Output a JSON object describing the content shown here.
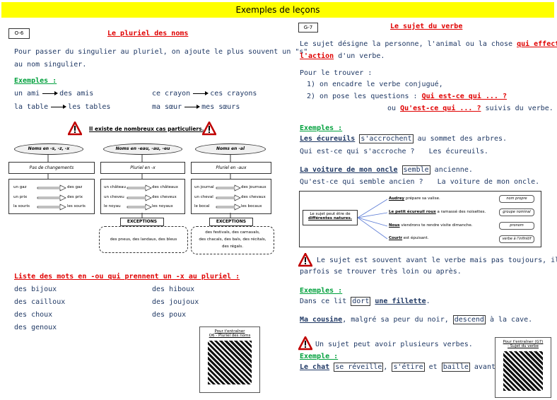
{
  "header": {
    "title": "Exemples de leçons"
  },
  "left": {
    "code": "O-6",
    "title": "Le pluriel des noms",
    "intro_line1": "Pour passer du singulier au pluriel, on ajoute le plus souvent un \"s\"",
    "intro_line2": "au nom singulier.",
    "examples_label": "Exemples :",
    "examples": [
      {
        "from": "un ami",
        "to": "des amis"
      },
      {
        "from": "ce crayon",
        "to": "ces crayons"
      },
      {
        "from": "la table",
        "to": "les tables"
      },
      {
        "from": "ma sœur",
        "to": "mes sœurs"
      }
    ],
    "warning_text": "Il existe de nombreux cas particuliers.",
    "diagram": {
      "col1": {
        "oval": "Noms en -s, -z, -x",
        "box": "Pas de changements",
        "rows": [
          [
            "un gaz",
            "des gaz"
          ],
          [
            "un prix",
            "des prix"
          ],
          [
            "la souris",
            "les souris"
          ]
        ]
      },
      "col2": {
        "oval": "Noms en -eau, -au, -eu",
        "box": "Pluriel en -x",
        "rows": [
          [
            "un château",
            "des châteaux"
          ],
          [
            "un cheveu",
            "des cheveux"
          ],
          [
            "le noyau",
            "les noyaux"
          ]
        ],
        "exc_label": "EXCEPTIONS",
        "exc_text": "des pneus, des landaus, des bleus"
      },
      "col3": {
        "oval": "Noms en -al",
        "box": "Pluriel en -aux",
        "rows": [
          [
            "un journal",
            "des journaux"
          ],
          [
            "un cheval",
            "des chevaux"
          ],
          [
            "le bocal",
            "les bocaux"
          ]
        ],
        "exc_label": "EXCEPTIONS",
        "exc_lines": [
          "des festivals, des carnavals,",
          "des chacals, des bals, des récitals,",
          "des régals."
        ]
      }
    },
    "list_title": "Liste des mots en -ou qui prennent un -x au pluriel :",
    "list_col1": [
      "des bijoux",
      "des cailloux",
      "des choux",
      "des genoux"
    ],
    "list_col2": [
      "des hiboux",
      "des joujoux",
      "des poux"
    ],
    "qr_caption_line1": "Pour t'entraîner",
    "qr_caption_line2": "O6 - Pluriel des noms"
  },
  "right": {
    "code": "G-7",
    "title": "Le sujet du verbe",
    "def_part1": "Le sujet désigne la personne, l'animal ou la chose",
    "def_red1": "qui effectue",
    "def_red2": "l'action",
    "def_part2": "d'un verbe.",
    "find_label": "Pour le trouver :",
    "step1": "1) on encadre le verbe conjugué,",
    "step2_prefix": "2) on pose les questions :",
    "q1": "Qui est-ce qui ... ?",
    "or": "ou",
    "q2": "Qu'est-ce qui ... ?",
    "q_suffix": "suivis du verbe.",
    "examples_label": "Exemples :",
    "ex1_subject": "Les écureuils",
    "ex1_verb": "s'accrochent",
    "ex1_rest": "au sommet des arbres.",
    "ex1_q": "Qui est-ce qui s'accroche ?",
    "ex1_a": "Les écureuils.",
    "ex2_subject": "La voiture de mon oncle",
    "ex2_verb": "semble",
    "ex2_rest": "ancienne.",
    "ex2_q": "Qu'est-ce qui semble ancien ?",
    "ex2_a": "La voiture de mon oncle.",
    "diagram": {
      "left_line1": "Le sujet peut être de",
      "left_line2": "différentes natures.",
      "rows": [
        {
          "subject": "Audrey",
          "rest": "prépare sa valise.",
          "type": "nom propre"
        },
        {
          "subject": "Le petit écureuil roux",
          "rest": "a ramassé des noisettes.",
          "type": "groupe nominal"
        },
        {
          "subject": "Nous",
          "rest": "viendrons te rendre visite dimanche.",
          "type": "pronom"
        },
        {
          "subject": "Courir",
          "rest": "est épuisant.",
          "type": "verbe à l'infinitif"
        }
      ]
    },
    "warn1_line1": "Le sujet est souvent avant le verbe mais pas toujours, il peut",
    "warn1_line2": "parfois se trouver très loin ou après.",
    "examples2_label": "Exemples :",
    "ex3_prefix": "Dans ce lit",
    "ex3_verb": "dort",
    "ex3_subject": "une fillette",
    "ex3_end": ".",
    "ex4_subject": "Ma cousine",
    "ex4_mid": ", malgré sa peur du noir,",
    "ex4_verb": "descend",
    "ex4_rest": "à la cave.",
    "warn2": "Un sujet peut avoir plusieurs verbes.",
    "example3_label": "Exemple :",
    "ex5_subject": "Le chat",
    "ex5_v1": "se réveille",
    "ex5_v2": "s'étire",
    "ex5_and": "et",
    "ex5_v3": "baille",
    "ex5_rest": "avant de se lever.",
    "qr_caption_line1": "Pour t'entraîner (G7)",
    "qr_caption_line2": "- Sujet du verbe"
  },
  "colors": {
    "banner": "#ffff00",
    "title_red": "#e00000",
    "green": "#00a03c",
    "text_blue": "#1f3864"
  }
}
